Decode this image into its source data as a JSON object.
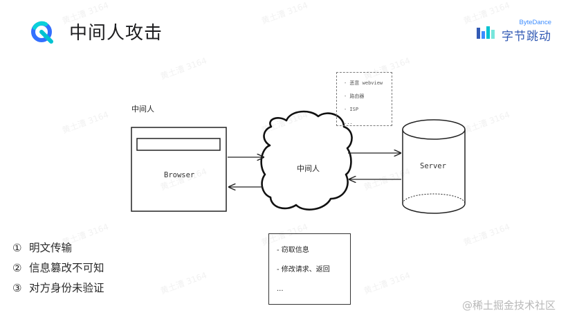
{
  "header": {
    "title": "中间人攻击",
    "brand_top": "ByteDance",
    "brand_main": "字节跳动"
  },
  "diagram": {
    "mitm_label": "中间人",
    "browser_label": "Browser",
    "cloud_label": "中间人",
    "server_label": "Server",
    "hijack_box": {
      "items": [
        "- 恶意 webview",
        "- 路由器",
        "- ISP",
        "..."
      ]
    },
    "effects_box": {
      "items": [
        "- 窃取信息",
        "- 修改请求、返回",
        "..."
      ]
    }
  },
  "risks": [
    {
      "num": "①",
      "text": "明文传输"
    },
    {
      "num": "②",
      "text": "信息篡改不可知"
    },
    {
      "num": "③",
      "text": "对方身份未验证"
    }
  ],
  "watermark": "黄土漕 3164",
  "footer": "@稀土掘金技术社区",
  "colors": {
    "logo_blue": "#3370ff",
    "logo_cyan": "#00c2d1",
    "brand_blue": "#325ab4",
    "line": "#222222"
  }
}
